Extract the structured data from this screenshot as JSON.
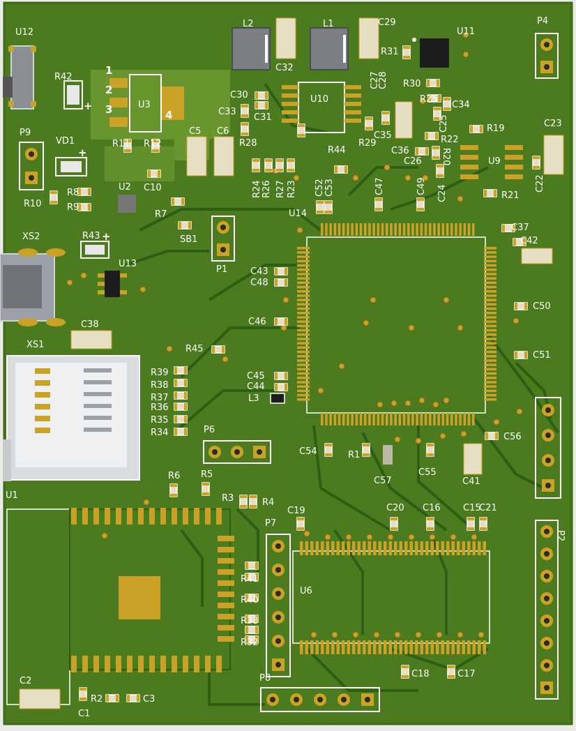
{
  "board": {
    "background": "#4b7a1f",
    "edge": "#e9ece4",
    "zone": "#6f9a31",
    "copper": "#c9a227",
    "silk": "#ffffff"
  },
  "designators": {
    "U12": "U12",
    "R42": "R42",
    "P9": "P9",
    "VD1": "VD1",
    "R10": "R10",
    "R8": "R8",
    "R9": "R9",
    "U2": "U2",
    "R7": "R7",
    "SB1": "SB1",
    "P1": "P1",
    "U3": "U3",
    "pin1": "1",
    "pin2": "2",
    "pin3": "3",
    "pin4": "4",
    "R11": "R11",
    "R12": "R12",
    "C10": "C10",
    "C5": "C5",
    "C6": "C6",
    "L2": "L2",
    "L1": "L1",
    "C29": "C29",
    "C32": "C32",
    "R31": "R31",
    "U11": "U11",
    "P4": "P4",
    "C30": "C30",
    "C33": "C33",
    "C31": "C31",
    "U10": "U10",
    "C27": "C27",
    "C28": "C28",
    "R30": "R30",
    "R25": "R25",
    "C34": "C34",
    "C25": "C25",
    "C35": "C35",
    "R29": "R29",
    "R28": "R28",
    "C36": "C36",
    "R22": "R22",
    "R19": "R19",
    "C23": "C23",
    "C26": "C26",
    "R20": "R20",
    "U9": "U9",
    "R44": "R44",
    "C24": "C24",
    "C22": "C22",
    "R24": "R24",
    "R26": "R26",
    "R27": "R27",
    "R23": "R23",
    "C52": "C52",
    "C53": "C53",
    "C47": "C47",
    "C49": "C49",
    "R21": "R21",
    "XS2": "XS2",
    "R43": "R43",
    "U13": "U13",
    "U14": "U14",
    "C37": "C37",
    "C42": "C42",
    "C43": "C43",
    "C48": "C48",
    "C50": "C50",
    "C46": "C46",
    "C38": "C38",
    "XS1": "XS1",
    "R45": "R45",
    "C51": "C51",
    "R39": "R39",
    "R38": "R38",
    "R37": "R37",
    "R36": "R36",
    "R35": "R35",
    "R34": "R34",
    "C45": "C45",
    "C44": "C44",
    "L3": "L3",
    "P6": "P6",
    "C54": "C54",
    "R1": "R1",
    "C57": "C57",
    "C55": "C55",
    "C41": "C41",
    "C56": "C56",
    "U1": "U1",
    "R6": "R6",
    "R5": "R5",
    "R3": "R3",
    "R4": "R4",
    "P7": "P7",
    "C19": "C19",
    "C20": "C20",
    "C16": "C16",
    "C15": "C15",
    "C21": "C21",
    "P2": "P2",
    "R41": "R41",
    "R40": "R40",
    "R33": "R33",
    "R32": "R32",
    "U6": "U6",
    "C18": "C18",
    "C17": "C17",
    "C2": "C2",
    "C1": "C1",
    "R2": "R2",
    "C3": "C3",
    "P8": "P8",
    "plus1": "+",
    "plus2": "+",
    "plus3": "+"
  },
  "icons": {
    "usb_connector": "usb-connector-icon",
    "sd_socket": "sd-card-socket-icon",
    "wifi_module": "wifi-module-icon"
  }
}
